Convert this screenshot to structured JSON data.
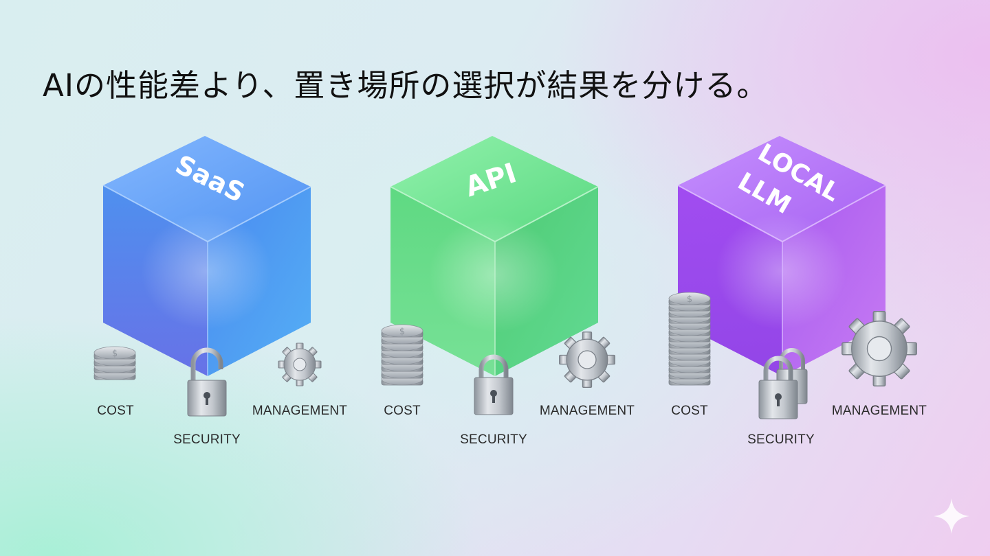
{
  "headline": "AIの性能差より、置き場所の選択が結果を分ける。",
  "cubes": [
    {
      "label": "SaaS",
      "color": "#3d8df0",
      "icons": [
        "coin-stack-icon",
        "padlock-icon",
        "gear-icon"
      ],
      "captions": {
        "cost": "COST",
        "security": "SECURITY",
        "management": "MANAGEMENT"
      }
    },
    {
      "label": "API",
      "color": "#46d472",
      "icons": [
        "coin-stack-icon",
        "padlock-icon",
        "gear-icon"
      ],
      "captions": {
        "cost": "COST",
        "security": "SECURITY",
        "management": "MANAGEMENT"
      }
    },
    {
      "label_line1": "LOCAL",
      "label_line2": "LLM",
      "color": "#a24ff0",
      "icons": [
        "coin-stack-icon",
        "padlock-icon",
        "gear-icon"
      ],
      "captions": {
        "cost": "COST",
        "security": "SECURITY",
        "management": "MANAGEMENT"
      }
    }
  ],
  "colors": {
    "saas": "#3d8df0",
    "api": "#46d472",
    "local_llm": "#a24ff0",
    "metal": "#b9bec4"
  },
  "watermark_icon": "sparkle-icon"
}
